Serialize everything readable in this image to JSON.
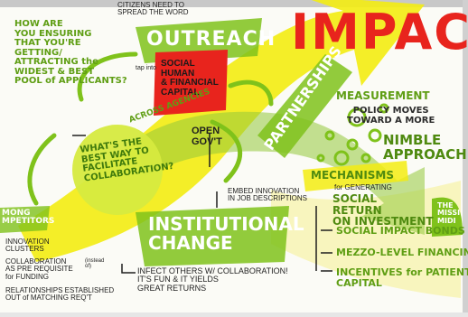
{
  "colors": {
    "green": "#7fc21b",
    "dark_green": "#4f8a10",
    "yellow": "#f3ec12",
    "red": "#e8241d",
    "ink": "#1f1f1f"
  },
  "top_note": "CITIZENS NEED TO\nSPREAD THE WORD",
  "question_top": "HOW ARE\nYOU ENSURING\nTHAT YOU'RE\nGETTING/\nATTRACTING the\nWIDEST & BEST\nPOOL of APPLICANTS?",
  "outreach": "OUTREACH",
  "tap_into": "tap into",
  "capital_box": "SOCIAL\nHUMAN\n& FINANCIAL\nCAPITAL",
  "across_agencies": "ACROSS AGENCIES",
  "open_govt": "OPEN\nGOV'T",
  "partnerships": "PARTNERSHIPS",
  "impact": "IMPACT",
  "collab_question": "WHAT'S THE\nBEST WAY TO\nFACILITATE\nCOLLABORATION?",
  "embed": "EMBED INNOVATION\nIN JOB DESCRIPTIONS",
  "institutional": "INSTITUTIONAL\nCHANGE",
  "infect": "INFECT OTHERS W/ COLLABORATION!\nIT'S FUN & IT YIELDS\nGREAT RETURNS",
  "measurement": "MEASUREMENT",
  "policy": "POLICY MOVES\nTOWARD A MORE",
  "nimble": "NIMBLE\nAPPROACH",
  "mechanisms": "MECHANISMS",
  "for_generating": "for GENERATING",
  "sroi": "SOCIAL\nRETURN\nON INVESTMENT",
  "mechanism_items": [
    "SOCIAL IMPACT BONDS",
    "MEZZO-LEVEL FINANCING",
    "INCENTIVES for PATIENT\nCAPITAL"
  ],
  "the_mission": "THE\nMISSI\nMIDI",
  "competitors_title": "MONG\nMPETITORS",
  "competitor_items": [
    "INNOVATION\nCLUSTERS",
    "COLLABORATION\nAS PRE REQUISITE\nfor FUNDING",
    "RELATIONSHIPS ESTABLISHED\nOUT of MATCHING REQ'T"
  ],
  "instead_of": "(instead\nof)"
}
